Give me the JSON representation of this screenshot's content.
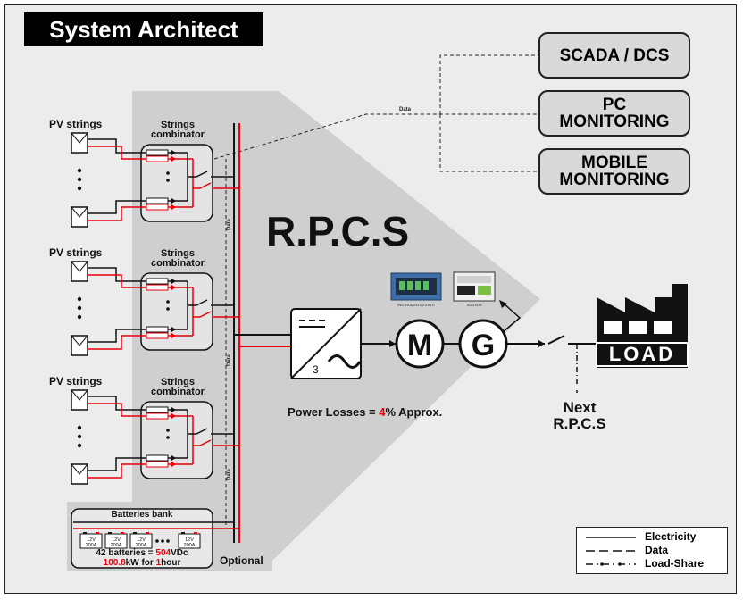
{
  "title": "System Architect",
  "rpcs_label": "R.P.C.S",
  "monitoring": [
    "SCADA / DCS",
    "PC MONITORING",
    "MOBILE MONITORING"
  ],
  "data_label": "Data",
  "pv_label": "PV strings",
  "combinator_label": "Strings combinator",
  "power_losses": {
    "prefix": "Power Losses = ",
    "value": "4",
    "suffix": "% Approx."
  },
  "motor_letter": "M",
  "generator_letter": "G",
  "inverter_phase": "3",
  "module_labels": [
    "INSTRUMENTATION E",
    "SUNTEM"
  ],
  "load_label": "LOAD",
  "next_label": [
    "Next",
    "R.P.C.S"
  ],
  "batteries": {
    "title": "Batteries bank",
    "cell_voltage": "12V",
    "cell_capacity": "200A",
    "count_line": {
      "a": "42 batteries = ",
      "b": "504",
      "c": "VDc"
    },
    "energy_line": {
      "a": "100.8",
      "b": "kW for ",
      "c": "1",
      "d": "hour"
    }
  },
  "optional_label": "Optional",
  "legend": [
    "Electricity",
    "Data",
    "Load-Share"
  ],
  "colors": {
    "electricity": "#e8000b",
    "dark": "#111111",
    "panel": "#cfcfcf",
    "bg": "#ececec"
  }
}
